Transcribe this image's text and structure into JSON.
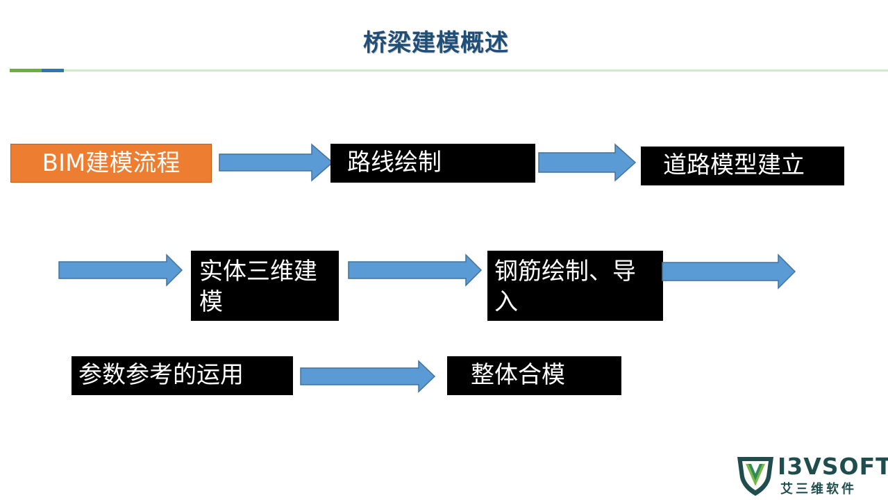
{
  "title": "桥梁建模概述",
  "diagram": {
    "nodes": [
      {
        "id": "flow",
        "label": "BIM建模流程"
      },
      {
        "id": "route",
        "label": " 路线绘制"
      },
      {
        "id": "road",
        "label": " 道路模型建立"
      },
      {
        "id": "solid",
        "label": "  实体三维建模"
      },
      {
        "id": "rebar",
        "label": "钢筋绘制、导入"
      },
      {
        "id": "param",
        "label": " 参数参考的运用"
      },
      {
        "id": "merge",
        "label": "  整体合模"
      }
    ]
  },
  "logo": {
    "brand": "I3VSOFT",
    "subtitle": "艾三维软件"
  },
  "colors": {
    "title": "#1f4e79",
    "start_box": "#ed7d31",
    "step_box": "#000000",
    "arrow_fill": "#5b9bd5",
    "arrow_stroke": "#41719c"
  }
}
